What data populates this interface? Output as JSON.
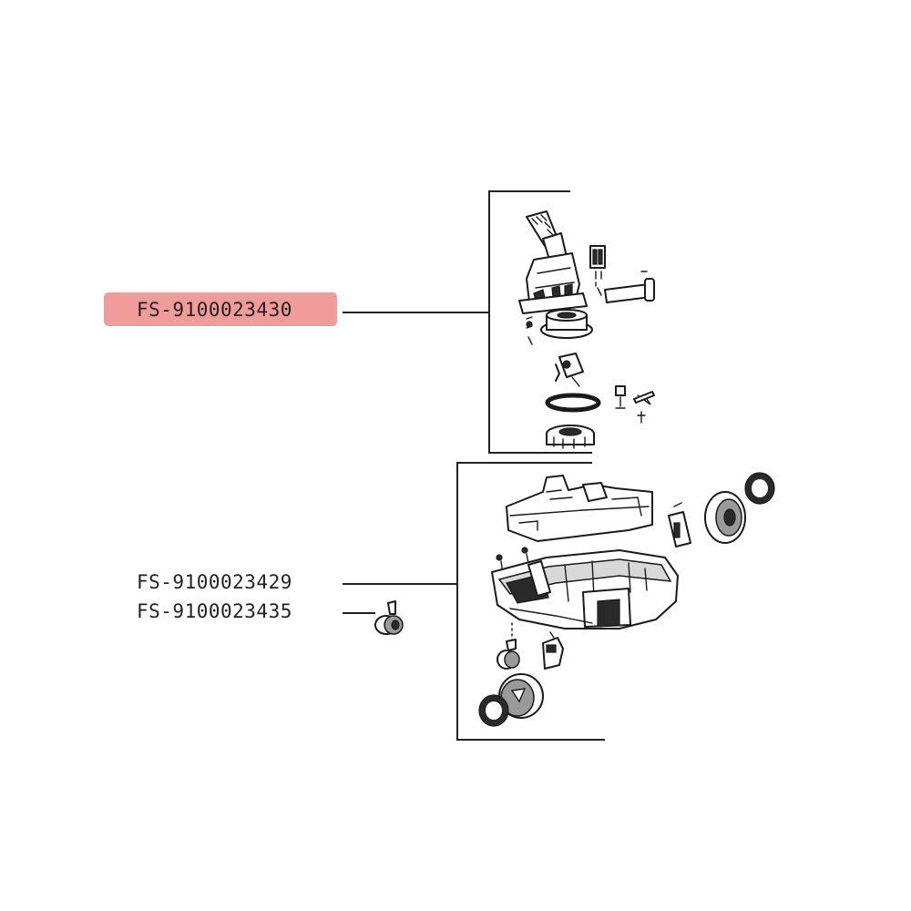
{
  "parts": {
    "highlight_color": "#f08a8a",
    "motor_assembly": {
      "code": "FS-9100023430",
      "highlighted": true
    },
    "base_housing": {
      "code": "FS-9100023429",
      "highlighted": false
    },
    "caster_wheel": {
      "code": "FS-9100023435",
      "highlighted": false
    }
  }
}
